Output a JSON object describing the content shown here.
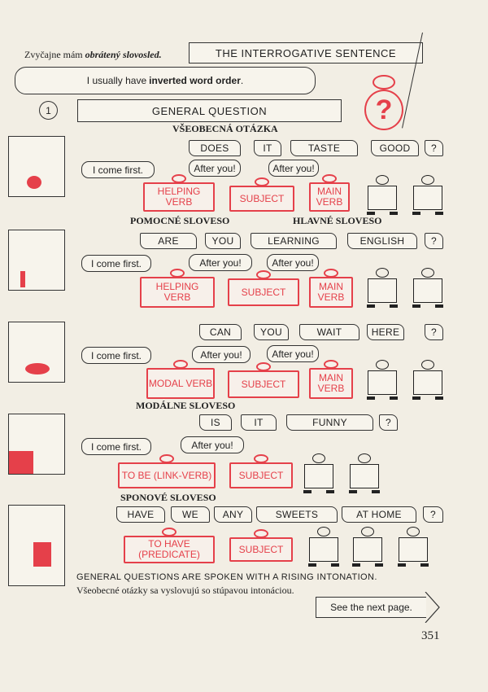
{
  "header": {
    "slovak_intro_plain": "Zvyčajne mám ",
    "slovak_intro_italic": "obrátený slovosled.",
    "title_banner": "THE INTERROGATIVE SENTENCE",
    "bubble_plain": "I usually have ",
    "bubble_bold": "inverted word order",
    "bubble_end": ".",
    "section_number": "1",
    "section_title": "GENERAL QUESTION",
    "section_title_sk": "VŠEOBECNÁ OTÁZKA",
    "mascot_symbol": "?"
  },
  "rows": [
    {
      "flags": [
        "DOES",
        "IT",
        "TASTE",
        "GOOD",
        "?"
      ],
      "bubbles": [
        "I come first.",
        "After you!",
        "After you!"
      ],
      "signs": [
        "HELPING VERB",
        "SUBJECT",
        "MAIN VERB"
      ],
      "labels": [
        "POMOCNÉ SLOVESO",
        "HLAVNÉ SLOVESO"
      ]
    },
    {
      "flags": [
        "ARE",
        "YOU",
        "LEARNING",
        "ENGLISH",
        "?"
      ],
      "bubbles": [
        "I come first.",
        "After you!",
        "After you!"
      ],
      "signs": [
        "HELPING VERB",
        "SUBJECT",
        "MAIN VERB"
      ]
    },
    {
      "flags": [
        "CAN",
        "YOU",
        "WAIT",
        "HERE",
        "?"
      ],
      "bubbles": [
        "I come first.",
        "After you!",
        "After you!"
      ],
      "signs": [
        "MODAL VERB",
        "SUBJECT",
        "MAIN VERB"
      ],
      "labels": [
        "MODÁLNE SLOVESO"
      ]
    },
    {
      "flags": [
        "IS",
        "IT",
        "FUNNY",
        "?"
      ],
      "bubbles": [
        "I come first.",
        "After you!"
      ],
      "signs": [
        "TO BE (LINK-VERB)",
        "SUBJECT"
      ],
      "labels": [
        "SPONOVÉ SLOVESO"
      ]
    },
    {
      "flags": [
        "HAVE",
        "WE",
        "ANY",
        "SWEETS",
        "AT HOME",
        "?"
      ],
      "signs": [
        "TO HAVE (PREDICATE)",
        "SUBJECT"
      ]
    }
  ],
  "footer": {
    "rule_en": "GENERAL QUESTIONS ARE SPOKEN WITH A RISING INTONATION.",
    "rule_sk": "Všeobecné otázky sa vyslovujú so stúpavou intonáciou.",
    "next_page": "See the next page.",
    "page_number": "351"
  },
  "colors": {
    "accent_red": "#e5404a",
    "paper": "#f2eee4"
  }
}
